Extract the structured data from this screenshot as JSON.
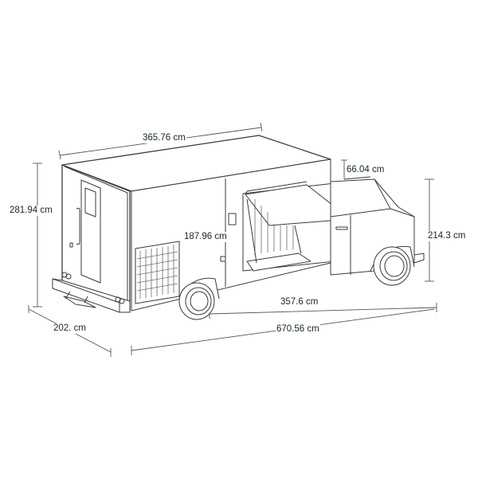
{
  "diagram": {
    "subject": "Food truck with side service window and rear door",
    "colors": {
      "line": "#3a3a3a",
      "dimension_line": "#555555",
      "label_text": "#16281e",
      "background": "#ffffff"
    },
    "dimensions": {
      "top_length": "365.76 cm",
      "total_height": "281.94 cm",
      "cab_offset": "66.04 cm",
      "cab_height": "214.3 cm",
      "window_height": "187.96 cm",
      "wheelbase": "357.6 cm",
      "width": "202. cm",
      "total_length": "670.56 cm"
    }
  }
}
